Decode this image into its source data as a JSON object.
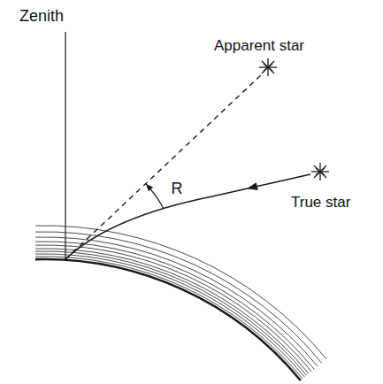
{
  "diagram": {
    "labels": [
      "Zenith",
      "Apparent star",
      "R",
      "True star"
    ]
  }
}
